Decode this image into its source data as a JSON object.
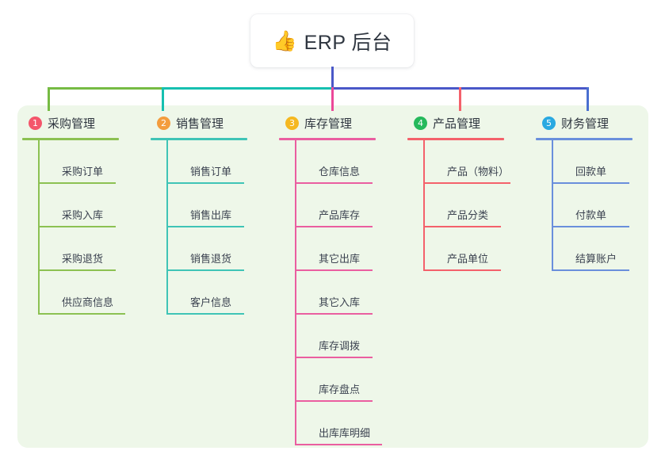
{
  "root": {
    "icon": "thumbs-up-icon",
    "emoji": "👍",
    "title": "ERP 后台"
  },
  "palette": {
    "panel_bg": "#eef7e9",
    "root_line": "#4a58c8",
    "text": "#2f3640"
  },
  "columns": [
    {
      "index": "1",
      "badge_color": "#f4566b",
      "line_color": "#8cc152",
      "title": "采购管理",
      "items": [
        {
          "label": "采购订单"
        },
        {
          "label": "采购入库"
        },
        {
          "label": "采购退货"
        },
        {
          "label": "供应商信息"
        }
      ]
    },
    {
      "index": "2",
      "badge_color": "#f39c3d",
      "line_color": "#3fc4b6",
      "title": "销售管理",
      "items": [
        {
          "label": "销售订单"
        },
        {
          "label": "销售出库"
        },
        {
          "label": "销售退货"
        },
        {
          "label": "客户信息"
        }
      ]
    },
    {
      "index": "3",
      "badge_color": "#f5b820",
      "line_color": "#ea5ea0",
      "title": "库存管理",
      "items": [
        {
          "label": "仓库信息"
        },
        {
          "label": "产品库存"
        },
        {
          "label": "其它出库"
        },
        {
          "label": "其它入库"
        },
        {
          "label": "库存调拨"
        },
        {
          "label": "库存盘点"
        },
        {
          "label": "出库库明细"
        }
      ]
    },
    {
      "index": "4",
      "badge_color": "#25b95c",
      "line_color": "#f4616b",
      "title": "产品管理",
      "items": [
        {
          "label": "产品（物料）"
        },
        {
          "label": "产品分类"
        },
        {
          "label": "产品单位"
        }
      ]
    },
    {
      "index": "5",
      "badge_color": "#29a9e1",
      "line_color": "#6a8fdc",
      "title": "财务管理",
      "items": [
        {
          "label": "回款单"
        },
        {
          "label": "付款单"
        },
        {
          "label": "结算账户"
        }
      ]
    }
  ]
}
